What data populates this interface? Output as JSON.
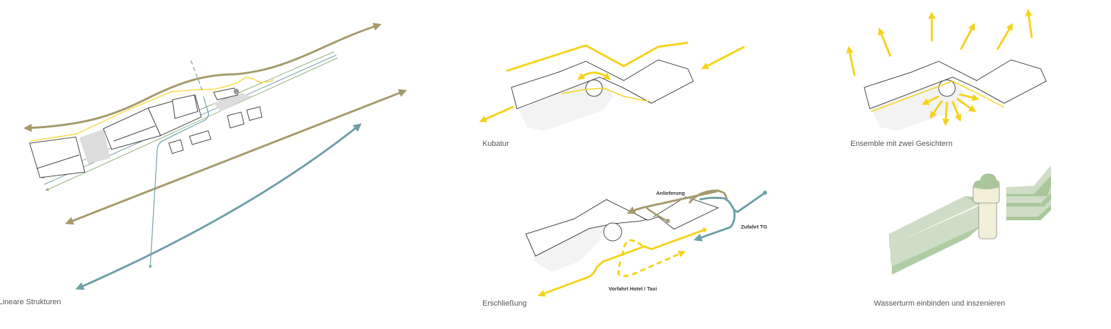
{
  "colors": {
    "brown": "#a59a6c",
    "teal": "#6f9fa8",
    "yellow": "#f5d31a",
    "green": "#8fb07a",
    "tower_green": "#a9c79b",
    "tower_cream": "#f1efd8",
    "shadow": "#f3f3f3"
  },
  "panels": [
    {
      "caption": "Lineare Strukturen"
    },
    {
      "caption": "Kubatur"
    },
    {
      "caption": "Ensemble mit zwei Gesichtern"
    },
    {
      "caption": "Erschließung",
      "labels": {
        "delivery": "Anlieferung",
        "garage": "Zufahrt TG",
        "dropoff": "Vorfahrt Hotel / Taxi"
      }
    },
    {
      "caption": "Wasserturm einbinden und inszenieren"
    }
  ]
}
